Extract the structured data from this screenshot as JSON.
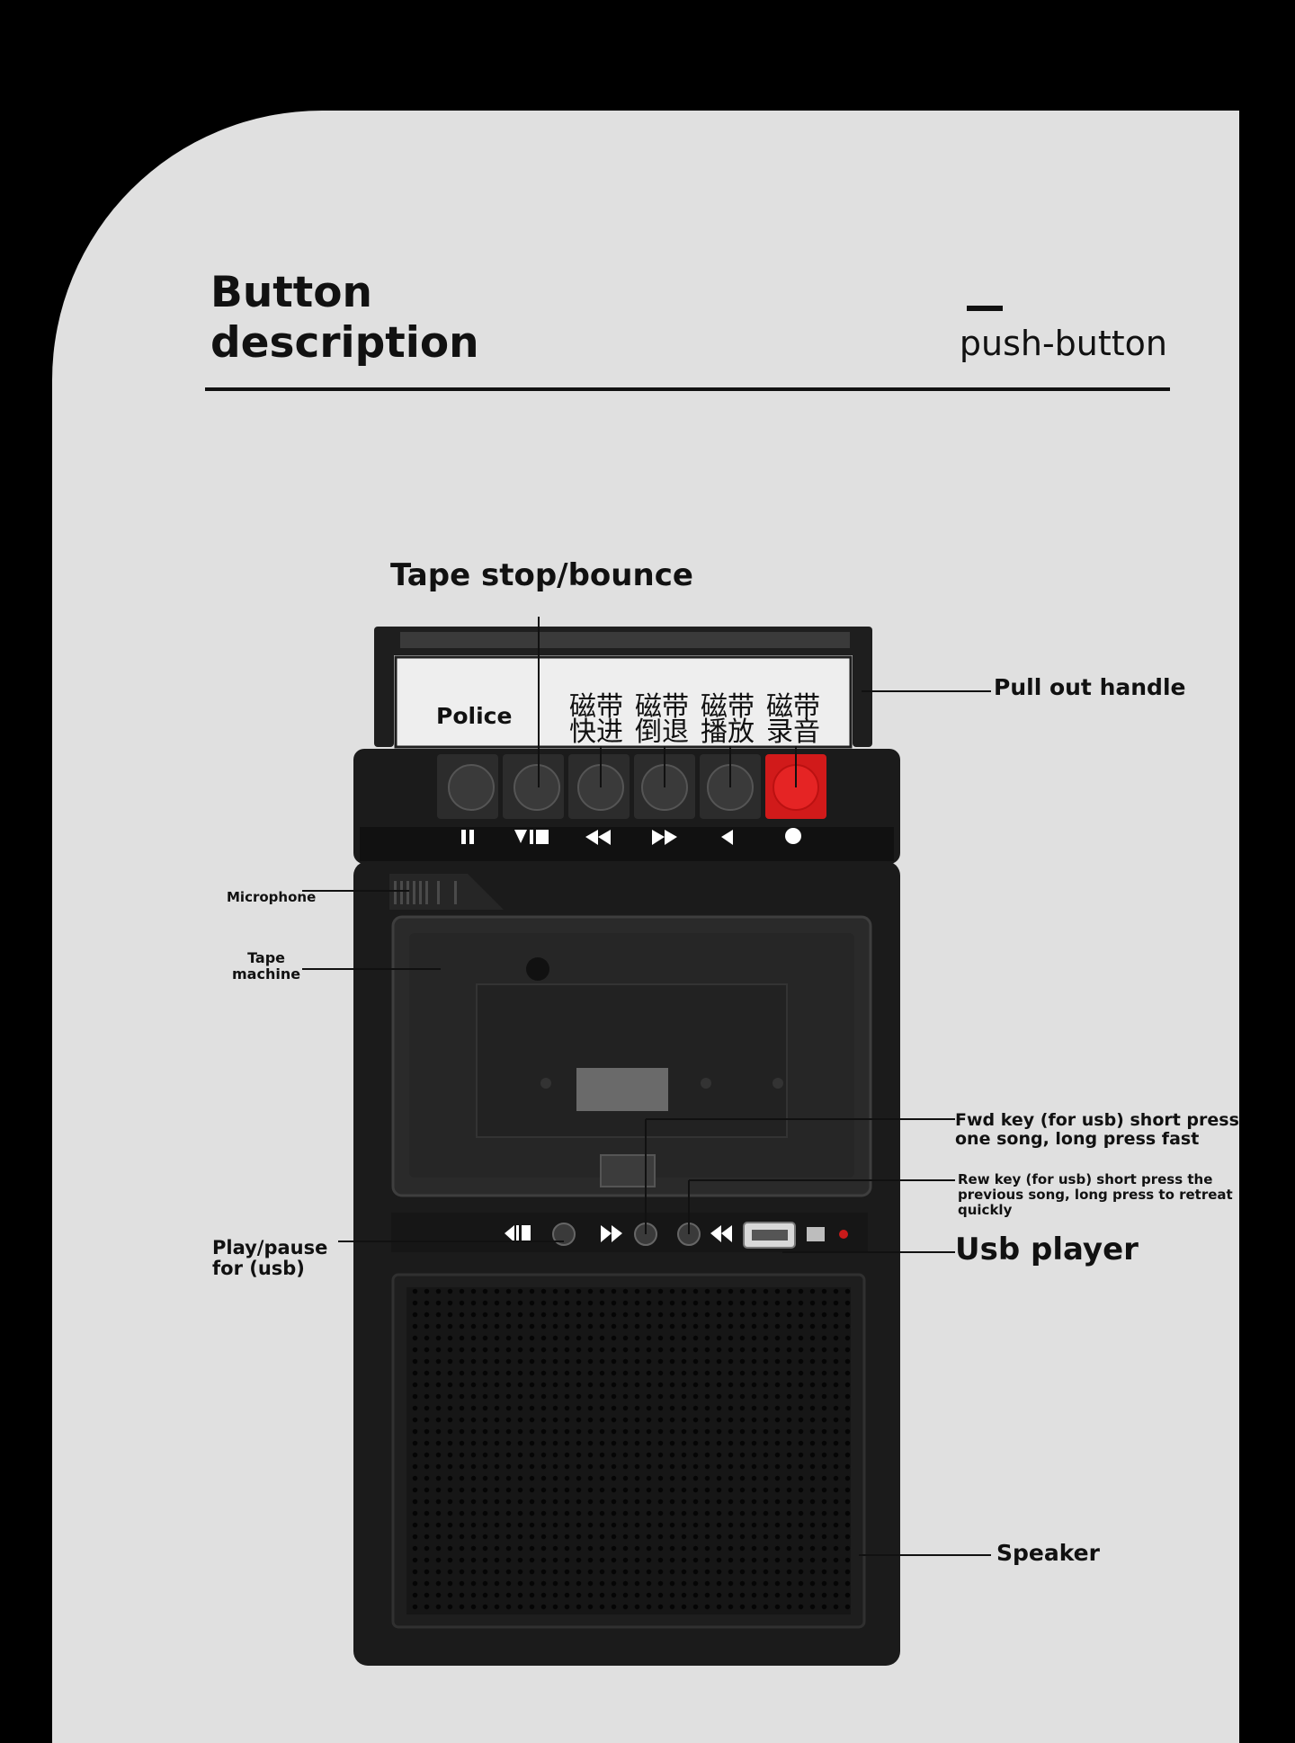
{
  "header": {
    "title_line1": "Button",
    "title_line2": "description",
    "subtitle": "push-button"
  },
  "labels": {
    "tape_stop": "Tape stop/bounce",
    "pull_handle": "Pull out handle",
    "police": "Police",
    "zh_fast_forward": "磁带\n快进",
    "zh_rewind": "磁带\n倒退",
    "zh_play": "磁带\n播放",
    "zh_record": "磁带\n录音",
    "microphone": "Microphone",
    "tape_machine": "Tape\nmachine",
    "fwd_key": "Fwd key (for usb) short press\none song, long press fast",
    "rew_key": "Rew key (for usb) short press the\nprevious song, long press to retreat\nquickly",
    "play_pause": "Play/pause\nfor (usb)",
    "usb_player": "Usb player",
    "speaker": "Speaker"
  },
  "colors": {
    "background": "#000000",
    "panel": "#e0e0e0",
    "device": "#1b1b1b",
    "record_button": "#d11a1a"
  },
  "icons": {
    "top_buttons": [
      "pause-icon",
      "stop-eject-icon",
      "rewind-icon",
      "fast-forward-icon",
      "play-icon",
      "record-icon"
    ],
    "usb_buttons": [
      "previous-track-icon",
      "fast-forward-icon",
      "rewind-icon",
      "usb-port-icon",
      "sd-slot-icon",
      "led-indicator-icon"
    ]
  }
}
